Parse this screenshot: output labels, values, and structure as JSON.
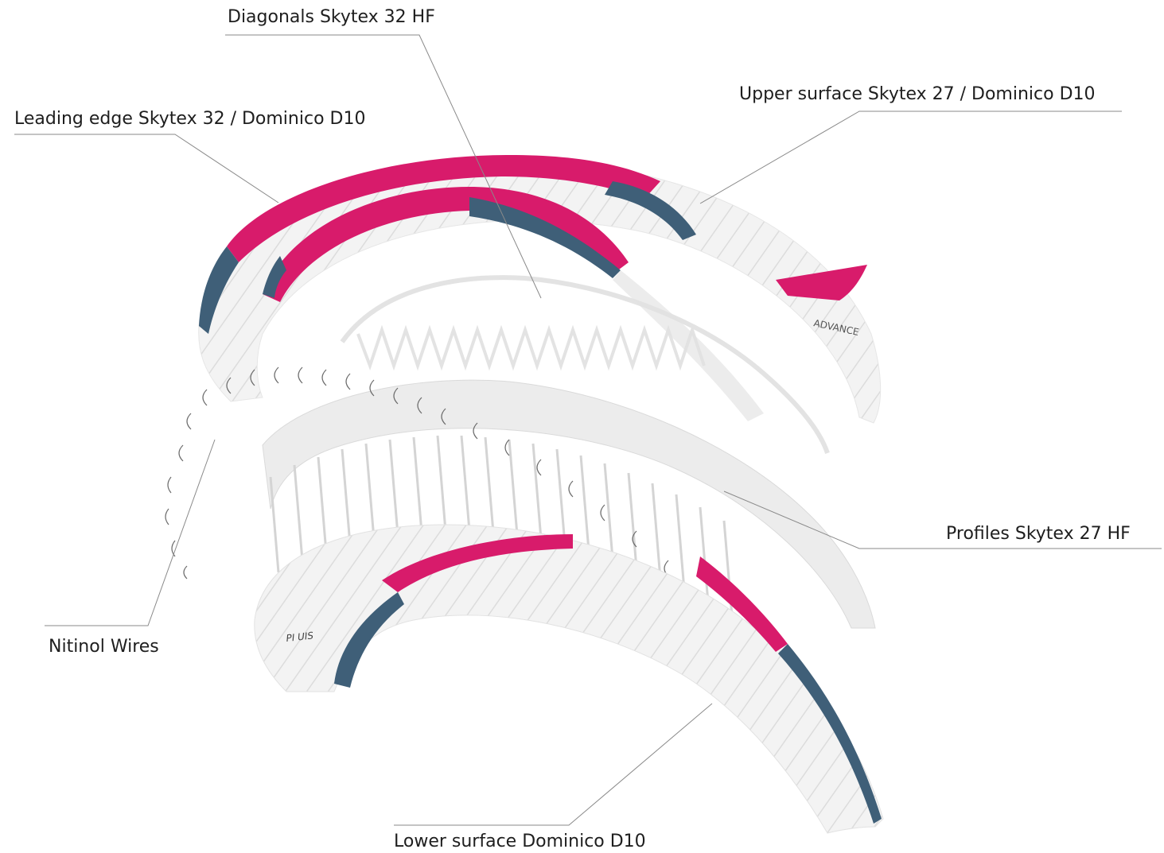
{
  "diagram": {
    "labels": {
      "diagonals": "Diagonals Skytex 32 HF",
      "upper_surface": "Upper surface Skytex 27 / Dominico D10",
      "leading_edge": "Leading edge Skytex 32 / Dominico D10",
      "profiles": "Profiles Skytex 27 HF",
      "nitinol": "Nitinol Wires",
      "lower_surface": "Lower surface Dominico D10"
    },
    "wing_branding": {
      "upper_logo": "ADVANCE",
      "lower_logo": "PI UIS"
    },
    "colors": {
      "magenta": "#d81b6b",
      "slate_blue": "#3f5f78",
      "fabric_white": "#f1f1f1",
      "fabric_shadow": "#d9d9d9",
      "leader_line": "#8a8a8a",
      "text": "#1e1e1e"
    }
  }
}
